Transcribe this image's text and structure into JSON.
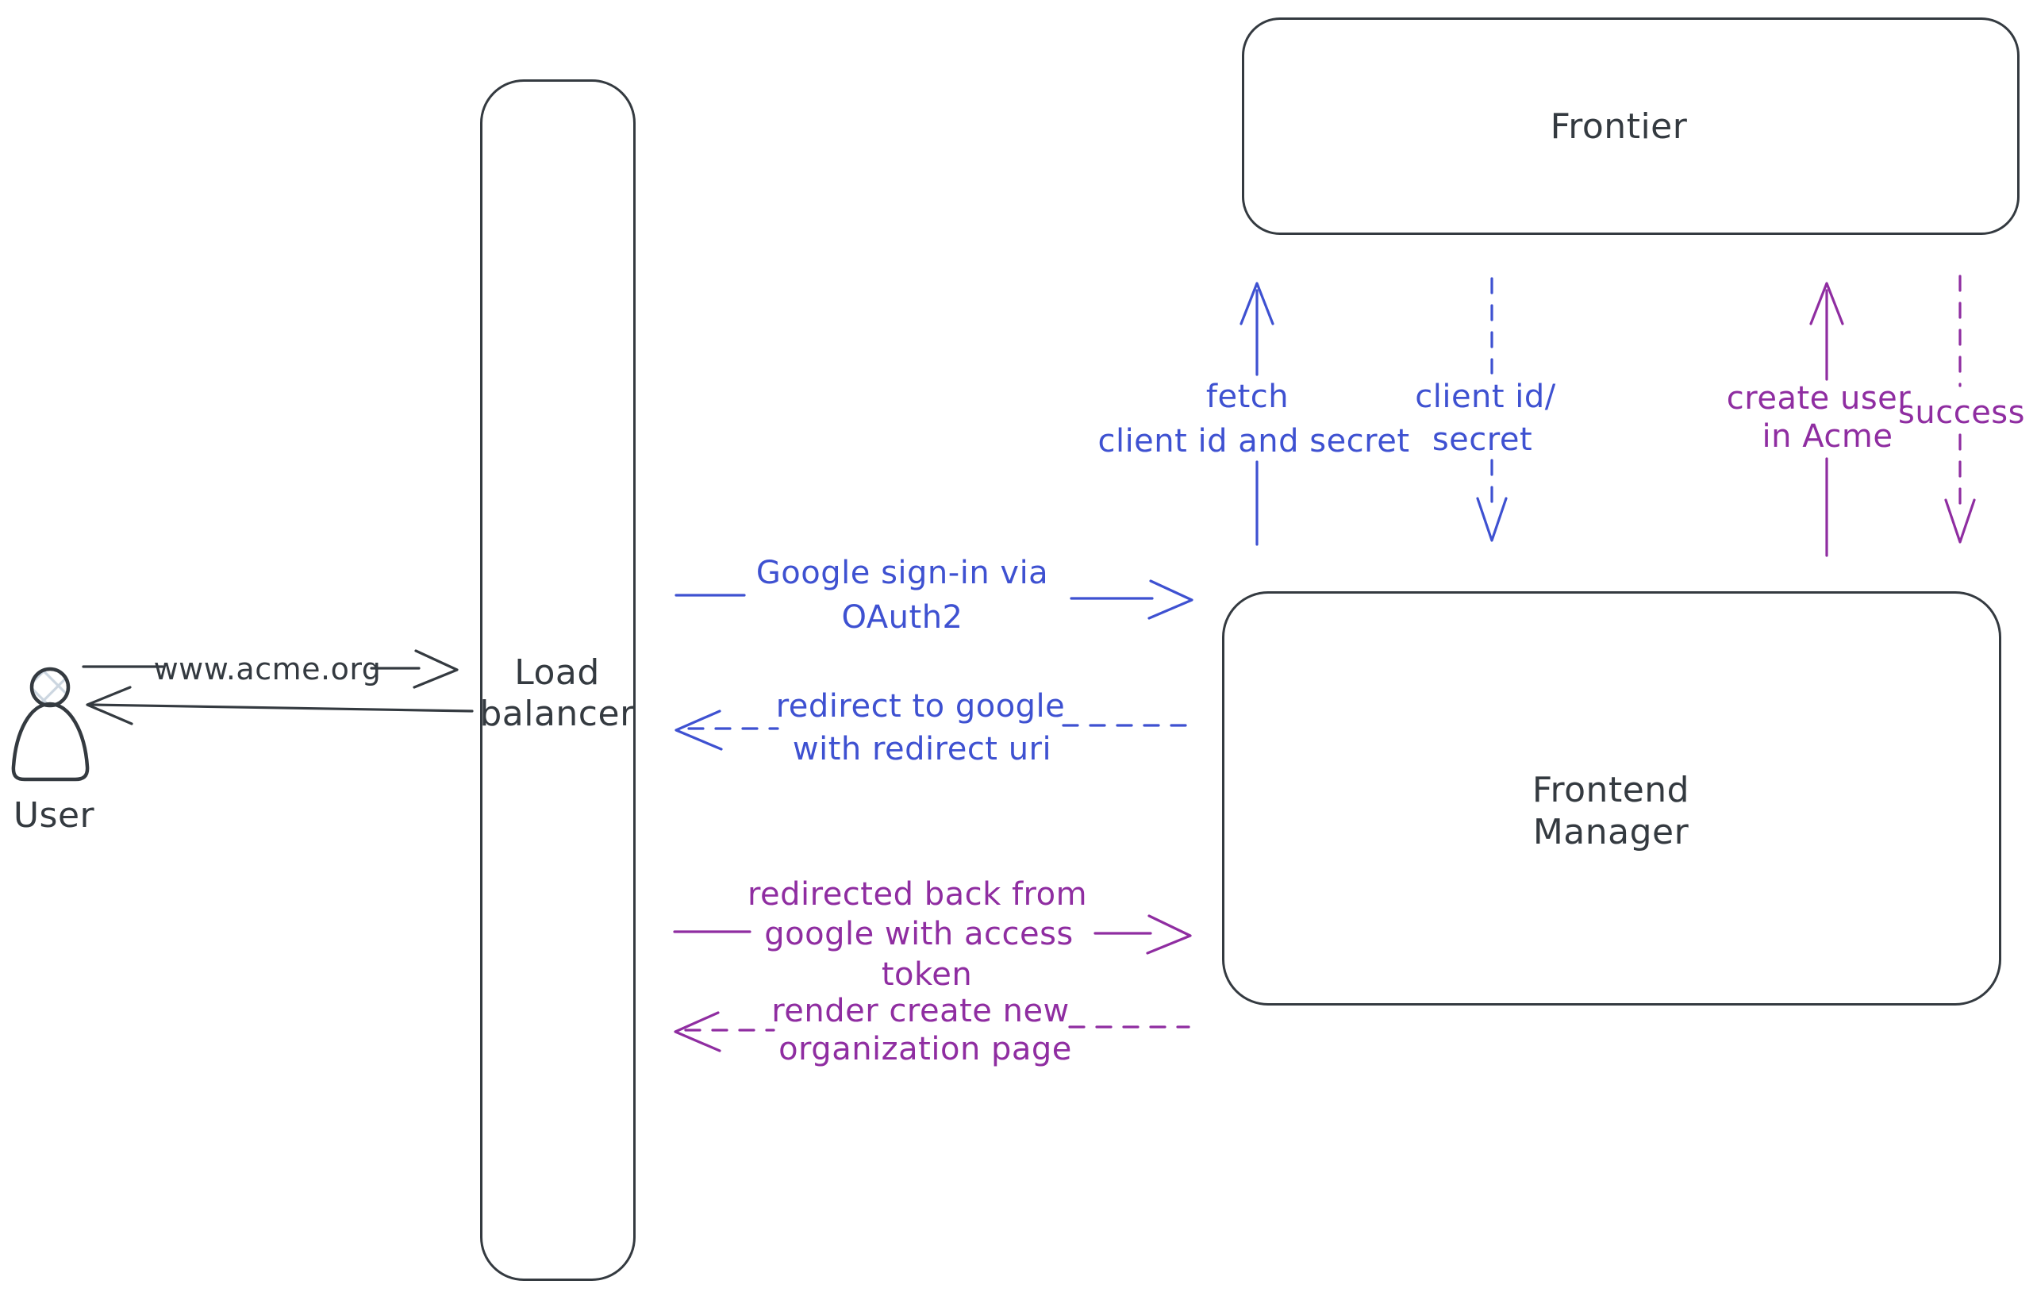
{
  "diagram": {
    "description": "Hand-drawn style architecture flow diagram of a Google OAuth2 sign-in sequence",
    "colors": {
      "ink": "#343a40",
      "blue": "#3e51d1",
      "purple": "#8f2da1",
      "hatch": "#ccd6e0",
      "bg": "#ffffff"
    },
    "nodes": {
      "user": {
        "label": "User"
      },
      "load_balancer": {
        "lines": [
          "Load",
          "balancer"
        ]
      },
      "frontier": {
        "label": "Frontier"
      },
      "frontend_manager": {
        "lines": [
          "Frontend",
          "Manager"
        ]
      }
    },
    "edges": {
      "user_request": {
        "label": "www.acme.org",
        "style": "solid",
        "color": "ink",
        "direction": "right",
        "from": "User",
        "to": "Load balancer"
      },
      "lb_response": {
        "label": "",
        "style": "solid",
        "color": "ink",
        "direction": "left",
        "from": "Load balancer",
        "to": "User"
      },
      "google_signin": {
        "lines": [
          "Google sign-in via",
          "OAuth2"
        ],
        "style": "solid",
        "color": "blue",
        "direction": "right",
        "from": "Load balancer",
        "to": "Frontend Manager"
      },
      "redirect_to_google": {
        "lines": [
          "redirect to google",
          "with redirect uri"
        ],
        "style": "dashed",
        "color": "blue",
        "direction": "left",
        "from": "Frontend Manager",
        "to": "Load balancer"
      },
      "fetch_secret": {
        "lines": [
          "fetch",
          "client id and secret"
        ],
        "style": "solid",
        "color": "blue",
        "direction": "up",
        "from": "Frontend Manager",
        "to": "Frontier"
      },
      "client_id_secret": {
        "lines": [
          "client id/",
          "secret"
        ],
        "style": "dashed",
        "color": "blue",
        "direction": "down",
        "from": "Frontier",
        "to": "Frontend Manager"
      },
      "create_user": {
        "lines": [
          "create user",
          "in Acme"
        ],
        "style": "solid",
        "color": "purple",
        "direction": "up",
        "from": "Frontend Manager",
        "to": "Frontier"
      },
      "success": {
        "label": "success",
        "style": "dashed",
        "color": "purple",
        "direction": "down",
        "from": "Frontier",
        "to": "Frontend Manager"
      },
      "redirected_back": {
        "lines": [
          "redirected back from",
          "google with access",
          "token"
        ],
        "style": "solid",
        "color": "purple",
        "direction": "right",
        "from": "Load balancer",
        "to": "Frontend Manager"
      },
      "render_org_page": {
        "lines": [
          "render create new",
          "organization page"
        ],
        "style": "dashed",
        "color": "purple",
        "direction": "left",
        "from": "Frontend Manager",
        "to": "Load balancer"
      }
    }
  }
}
